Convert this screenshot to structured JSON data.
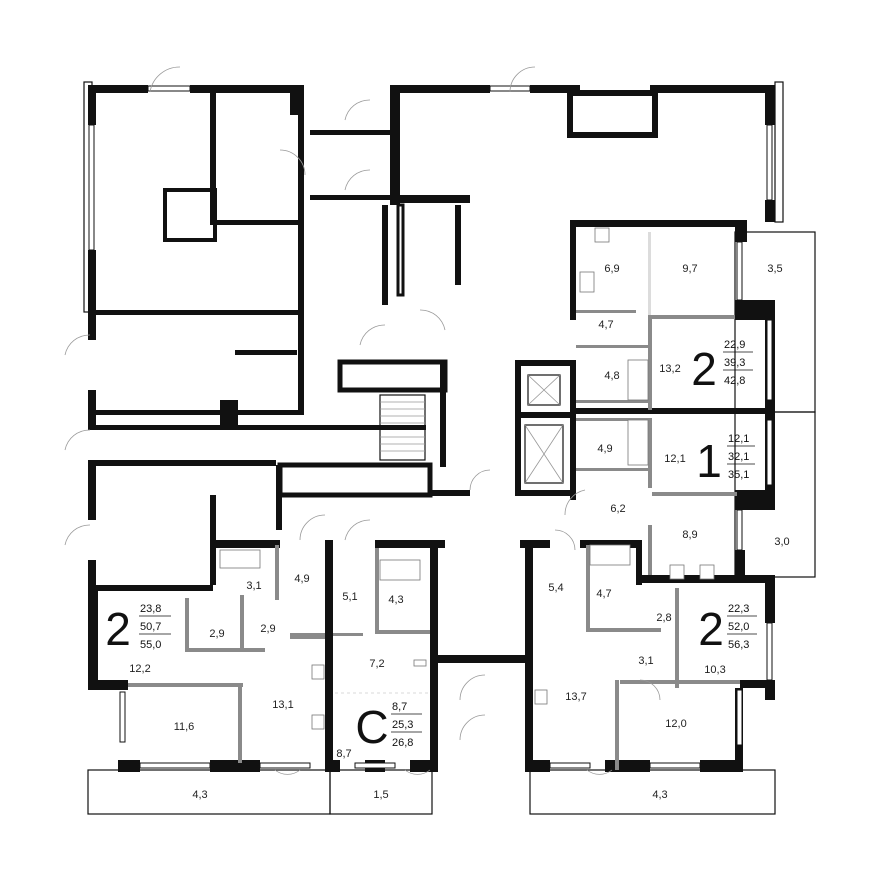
{
  "apartments": [
    {
      "id": "2a",
      "rooms_count": "2",
      "areas": [
        "22,9",
        "39,3",
        "42,8"
      ],
      "rooms": [
        "6,9",
        "9,7",
        "3,5",
        "4,7",
        "4,8",
        "13,2"
      ]
    },
    {
      "id": "1",
      "rooms_count": "1",
      "areas": [
        "12,1",
        "32,1",
        "35,1"
      ],
      "rooms": [
        "4,9",
        "12,1",
        "6,2",
        "8,9",
        "3,0"
      ]
    },
    {
      "id": "2b",
      "rooms_count": "2",
      "areas": [
        "22,3",
        "52,0",
        "56,3"
      ],
      "rooms": [
        "5,4",
        "4,7",
        "2,8",
        "3,1",
        "10,3",
        "13,7",
        "12,0",
        "4,3"
      ]
    },
    {
      "id": "studio",
      "rooms_count": "С",
      "areas": [
        "8,7",
        "25,3",
        "26,8"
      ],
      "rooms": [
        "5,1",
        "4,3",
        "7,2",
        "8,7",
        "1,5"
      ]
    },
    {
      "id": "2c",
      "rooms_count": "2",
      "areas": [
        "23,8",
        "50,7",
        "55,0"
      ],
      "rooms": [
        "3,1",
        "4,9",
        "2,9",
        "2,9",
        "12,2",
        "13,1",
        "11,6",
        "4,3"
      ]
    }
  ]
}
